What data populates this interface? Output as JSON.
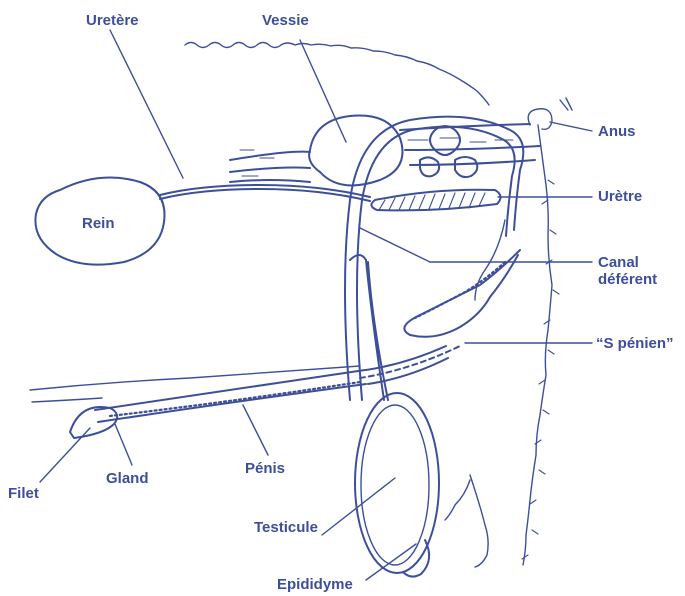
{
  "labels": {
    "uretere": "Uretère",
    "vessie": "Vessie",
    "anus": "Anus",
    "uretre": "Urètre",
    "rein": "Rein",
    "canal_line1": "Canal",
    "canal_line2": "déférent",
    "s_penien": "“S pénien”",
    "gland": "Gland",
    "penis": "Pénis",
    "filet": "Filet",
    "testicule": "Testicule",
    "epididyme": "Epididyme"
  },
  "colors": {
    "ink": "#3d4f9a",
    "background": "#ffffff"
  }
}
